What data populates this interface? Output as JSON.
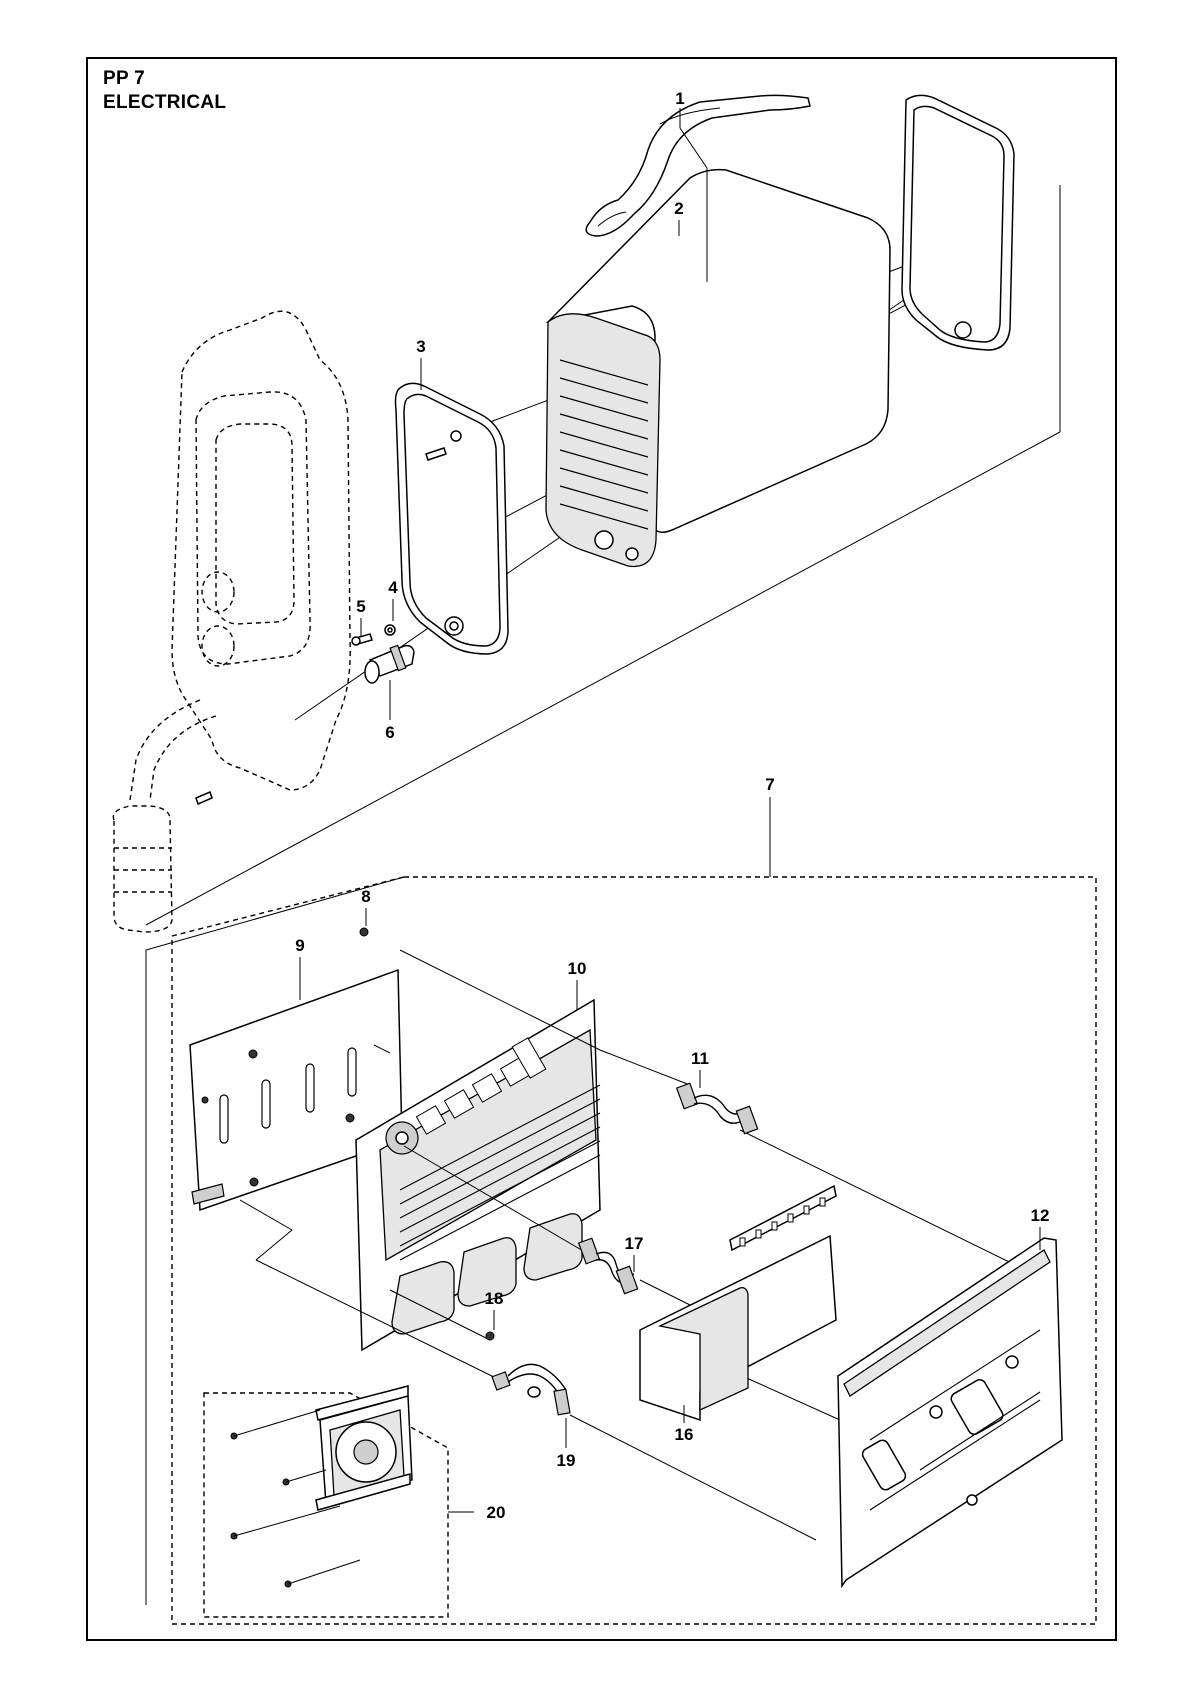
{
  "header": {
    "code": "PP 7",
    "name": "ELECTRICAL"
  },
  "callouts": [
    "1",
    "2",
    "3",
    "4",
    "5",
    "6",
    "7",
    "8",
    "9",
    "10",
    "11",
    "12",
    "16",
    "17",
    "18",
    "19",
    "20"
  ],
  "colors": {
    "ink": "#000000",
    "paper": "#ffffff",
    "shade": "#e6e6e6"
  }
}
